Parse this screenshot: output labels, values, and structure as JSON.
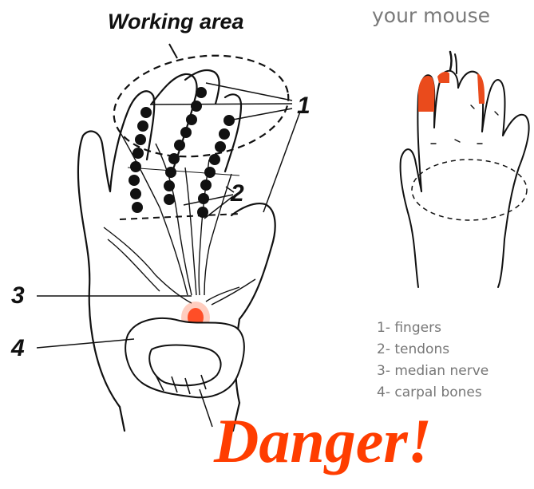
{
  "title": "Working area",
  "mouse_caption": "your mouse",
  "callouts": {
    "n1": "1",
    "n2": "2",
    "n3": "3",
    "n4": "4"
  },
  "legend": [
    "1- fingers",
    "2- tendons",
    "3- median nerve",
    "4- carpal bones"
  ],
  "warning": "Danger!",
  "colors": {
    "accent": "#ff3d00",
    "ink": "#111111",
    "legend": "#777777",
    "finger_tip": "#ea4b1c"
  }
}
